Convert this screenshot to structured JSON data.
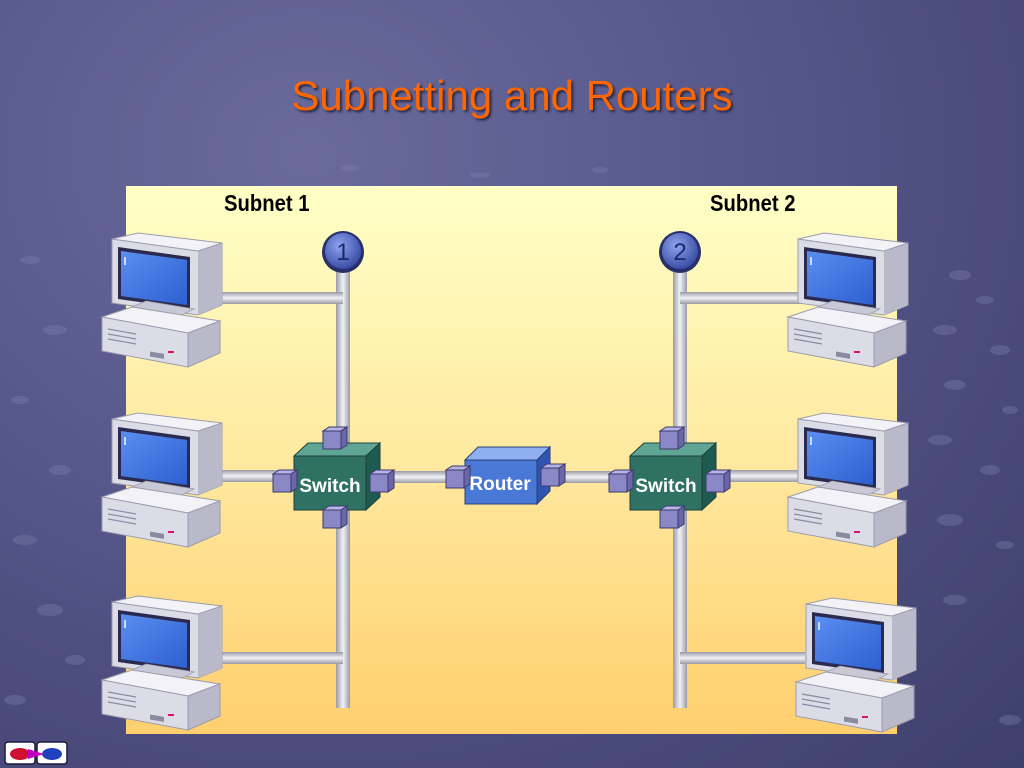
{
  "slide": {
    "title": "Subnetting and Routers"
  },
  "diagram": {
    "subnets": [
      {
        "label": "Subnet 1",
        "badge": "1"
      },
      {
        "label": "Subnet 2",
        "badge": "2"
      }
    ],
    "devices": {
      "switch_left": "Switch",
      "router": "Router",
      "switch_right": "Switch"
    },
    "computers_per_subnet": 3
  },
  "colors": {
    "title": "#ff6600",
    "switch": "#2f7264",
    "router": "#4a78d6",
    "cable": "#c7c7cf",
    "badge": "#4a5fb5"
  },
  "icons": {
    "computer": "desktop-computer-icon",
    "navigation": "slide-navigation-icon"
  }
}
